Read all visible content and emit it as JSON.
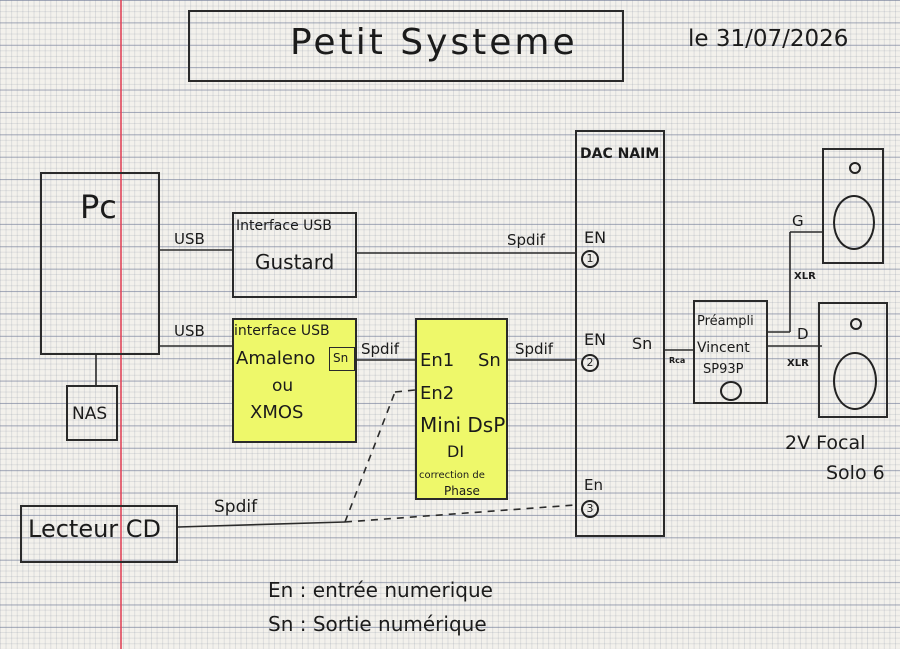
{
  "title": "Petit Systeme",
  "date": "le 31/07/2026",
  "pc": {
    "label": "Pc"
  },
  "nas": {
    "label": "NAS"
  },
  "cd": {
    "label": "Lecteur CD"
  },
  "usb_iface_1": {
    "title": "Interface USB",
    "name": "Gustard"
  },
  "usb_iface_2": {
    "title": "interface USB",
    "line1": "Amaleno",
    "line2": "ou",
    "line3": "XMOS",
    "out": "Sn"
  },
  "minidsp": {
    "in1": "En1",
    "out": "Sn",
    "in2": "En2",
    "name": "Mini DsP",
    "sub": "DI",
    "note1": "correction de",
    "note2": "Phase"
  },
  "dac": {
    "title": "DAC NAIM",
    "in1": "EN",
    "in2": "EN",
    "in3": "En",
    "n1": "1",
    "n2": "2",
    "n3": "3",
    "out": "Sn"
  },
  "preamp": {
    "line1": "Préampli",
    "line2": "Vincent",
    "line3": "SP93P"
  },
  "speakers": {
    "left": "G",
    "right": "D",
    "xlr1": "XLR",
    "xlr2": "XLR",
    "rca": "Rca",
    "caption1": "2V Focal",
    "caption2": "Solo 6"
  },
  "wires": {
    "usb1": "USB",
    "usb2": "USB",
    "spdif1": "Spdif",
    "spdif2": "Spdif",
    "spdif3": "Spdif",
    "spdif4": "Spdif"
  },
  "legend": {
    "line1": "En : entrée numerique",
    "line2": "Sn : Sortie numérique"
  }
}
